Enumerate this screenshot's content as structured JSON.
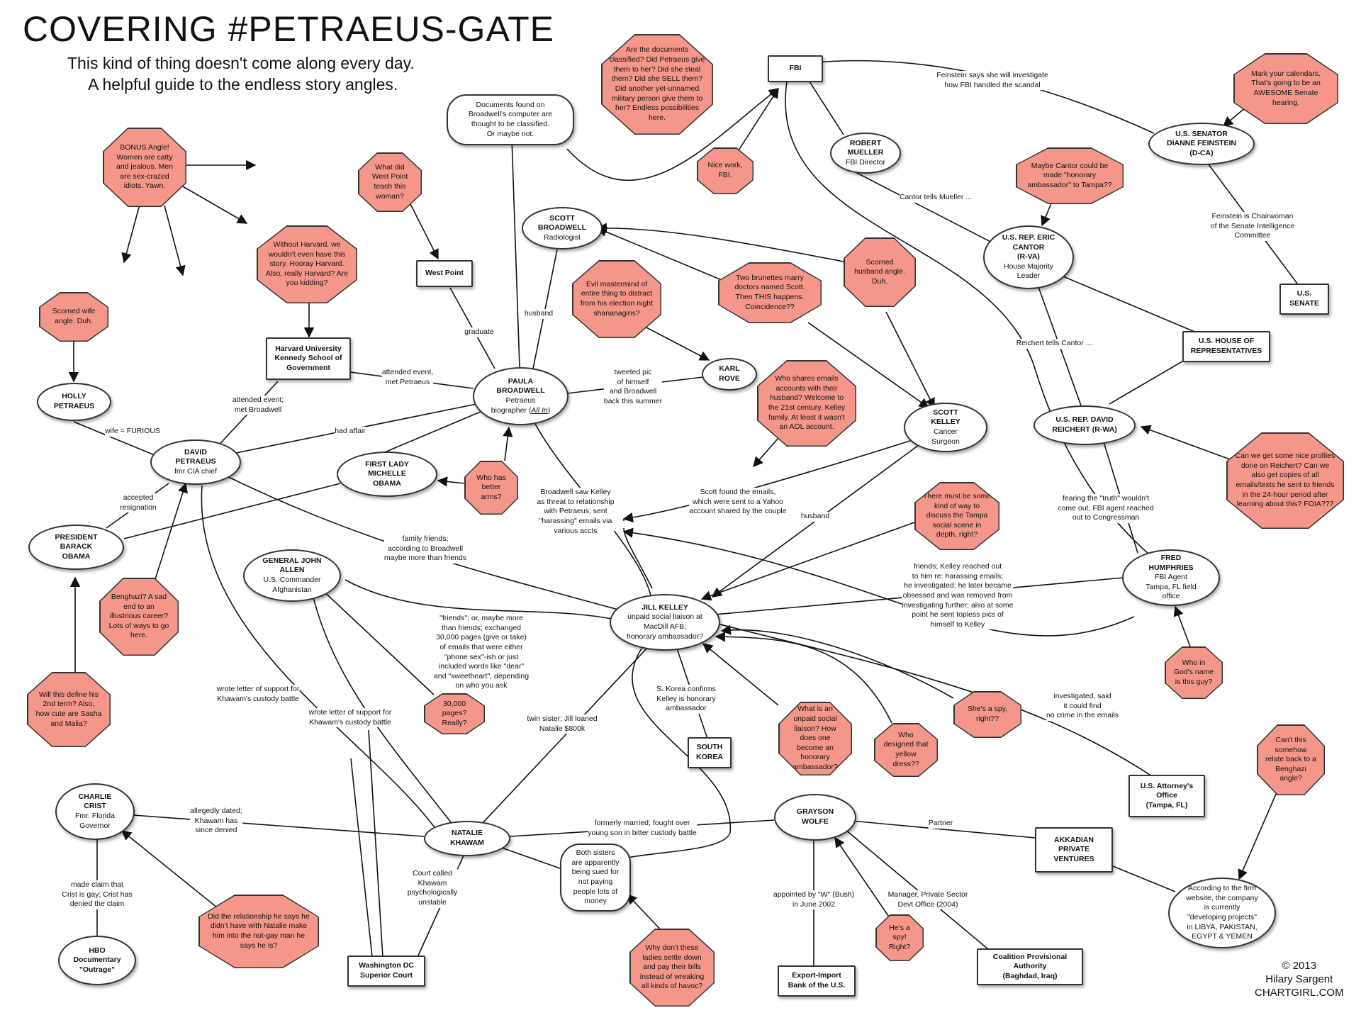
{
  "header": {
    "title": "COVERING #PETRAEUS-GATE",
    "subtitle_line1": "This kind of thing doesn't come along every day.",
    "subtitle_line2": "A helpful guide to the endless story angles."
  },
  "credit": {
    "line1": "© 2013",
    "line2": "Hilary Sargent",
    "line3": "CHARTGIRL.COM"
  },
  "colors": {
    "question_fill": "#f4978a",
    "stroke": "#333333"
  },
  "nodes": {
    "fbi": {
      "t": "FBI"
    },
    "mueller": {
      "t": "ROBERT\nMUELLER",
      "s": "FBI Director"
    },
    "feinstein": {
      "t": "U.S. SENATOR\nDIANNE FEINSTEIN\n(D-CA)"
    },
    "cantor": {
      "t": "U.S. REP. ERIC\nCANTOR\n(R-VA)",
      "s": "House Majority\nLeader"
    },
    "us_senate": {
      "t": "U.S.\nSENATE"
    },
    "us_house": {
      "t": "U.S. HOUSE OF\nREPRESENTATIVES"
    },
    "reichert": {
      "t": "U.S. REP. DAVID\nREICHERT (R-WA)"
    },
    "scott_broadwell": {
      "t": "SCOTT\nBROADWELL",
      "s": "Radiologist"
    },
    "documents": {
      "s": "Documents found on\nBroadwell's computer are\nthought to be classified.\nOr maybe not."
    },
    "west_point": {
      "t": "West Point"
    },
    "harvard": {
      "t": "Harvard University\nKennedy School of\nGovernment"
    },
    "paula": {
      "t": "PAULA\nBROADWELL",
      "s1": "Petraeus\nbiographer (",
      "s2": "All In",
      "s3": ")"
    },
    "karl_rove": {
      "t": "KARL\nROVE"
    },
    "scott_kelley": {
      "t": "SCOTT\nKELLEY",
      "s": "Cancer\nSurgeon"
    },
    "holly": {
      "t": "HOLLY\nPETRAEUS"
    },
    "david": {
      "t": "DAVID\nPETRAEUS",
      "s": "fmr CIA chief"
    },
    "michelle": {
      "t": "FIRST LADY\nMICHELLE\nOBAMA"
    },
    "obama": {
      "t": "PRESIDENT\nBARACK\nOBAMA"
    },
    "allen": {
      "t": "GENERAL JOHN\nALLEN",
      "s": "U.S. Commander\nAfghanistan"
    },
    "jill": {
      "t": "JILL KELLEY",
      "s": "unpaid social liaison at\nMacDill AFB;\nhonorary ambassador?"
    },
    "fred": {
      "t": "FRED\nHUMPHRIES",
      "s": "FBI Agent\nTampa, FL field\noffice"
    },
    "south_korea": {
      "t": "SOUTH\nKOREA"
    },
    "us_attorney": {
      "t": "U.S. Attorney's\nOffice\n(Tampa, FL)"
    },
    "crist": {
      "t": "CHARLIE\nCRIST",
      "s": "Fmr. Florida\nGovernor"
    },
    "natalie": {
      "t": "NATALIE\nKHAWAM"
    },
    "sisters": {
      "s": "Both sisters\nare apparently\nbeing sued for\nnot paying\npeople lots of\nmoney"
    },
    "grayson": {
      "t": "GRAYSON\nWOLFE"
    },
    "akkadian": {
      "t": "AKKADIAN\nPRIVATE\nVENTURES"
    },
    "firm_website": {
      "s": "According to the firm\nwebsite, the company\nis currently\n\"developing projects\"\nin LIBYA, PAKISTAN,\nEGYPT & YEMEN"
    },
    "hbo": {
      "t": "HBO\nDocumentary\n\"Outrage\""
    },
    "dc_court": {
      "t": "Washington DC\nSuperior Court"
    },
    "export_import": {
      "t": "Export-Import\nBank of the U.S."
    },
    "cpa": {
      "t": "Coalition Provisional\nAuthority\n(Baghdad, Iraq)"
    }
  },
  "questions": {
    "q_documents": "Are the documents classified? Did Petraeus give them to her? Did she steal them? Did she SELL them? Did another yet-unnamed military person give them to her? Endless possibilities here.",
    "q_nice_work": "Nice work, FBI.",
    "q_calendars": "Mark your calendars. That's going to be an AWESOME Senate hearing.",
    "q_bonus": "BONUS Angle! Women are catty and jealous. Men are sex-crazed idiots. Yawn.",
    "q_west_point": "What did West Point teach this woman?",
    "q_harvard": "Without Harvard, we wouldn't even have this story. Hooray Harvard. Also, really Harvard? Are you kidding?",
    "q_cantor": "Maybe Cantor could be made \"honorary ambassador\" to Tampa??",
    "q_evil": "Evil mastermind of entire thing to distract from his election night shananagins?",
    "q_brunettes": "Two brunettes marry doctors named Scott. Then THIS happens. Coincidence??",
    "q_scorned_husband": "Scorned husband angle. Duh.",
    "q_scorned_wife": "Scorned wife angle. Duh.",
    "q_shares_emails": "Who shares emails accounts with their husband? Welcome to the 21st century, Kelley family. At least it wasn't an AOL account.",
    "q_arms": "Who has better arms?",
    "q_reichert": "Can we get some nice profiles done on Reichert? Can we also get copies of all emails/texts he sent to friends in the 24-hour period after learning about this? FOIA???",
    "q_tampa": "There must be some kind of way to discuss the Tampa social scene in depth, right?",
    "q_benghazi": "Benghazi? A sad end to an illustrious career? Lots of ways to go here.",
    "q_2nd_term": "Will this define his 2nd term? Also, how cute are Sasha and Malia?",
    "q_30000": "30,000 pages? Really?",
    "q_unpaid": "What is an unpaid social liaison? How does one become an honorary ambassador?",
    "q_yellow_dress": "Who designed that yellow dress??",
    "q_spy1": "She's a spy, right??",
    "q_gods_name": "Who in God's name is this guy?",
    "q_benghazi2": "Can't this somehow relate back to a Benghazi angle?",
    "q_gay": "Did the relationship he says he didn't have with Natalie make him into the not-gay man he says he is?",
    "q_ladies": "Why don't these ladies settle down and pay their bills instead of wreaking all kinds of havoc?",
    "q_spy2": "He's a spy! Right?"
  },
  "edge_labels": {
    "feinstein_fbi": "Feinstein says she will investigate\nhow FBI handled the scandal",
    "cantor_mueller": "Cantor tells Mueller ...",
    "feinstein_senate": "Feinstein is Chairwoman\nof the Senate Intelligence\nCommittee",
    "reichert_cantor": "Reichert tells Cantor ...",
    "husband_broadwell": "husband",
    "graduate": "graduate",
    "attended_petraeus": "attended event,\nmet Petraeus",
    "attended_broadwell": "attended event;\nmet Broadwell",
    "tweeted": "tweeted pic\nof himself\nand Broadwell\nback this summer",
    "had_affair": "had affair",
    "wife_furious": "wife = FURIOUS",
    "accepted_resignation": "accepted\nresignation",
    "broadwell_saw_kelley": "Broadwell saw Kelley\nas threat to relationship\nwith Petraeus; sent\n\"harassing\" emails via\nvarious accts",
    "scott_found": "Scott found the emails,\nwhich were sent to a Yahoo\naccount shared by the couple",
    "husband_kelley": "husband",
    "fearing_truth": "fearing the \"truth\" wouldn't\ncome out, FBI agent reached\nout to Congressman",
    "family_friends": "family friends;\naccording to Broadwell\nmaybe more than friends",
    "friends_allen": "\"friends\"; or, maybe more\nthan friends; exchanged\n30,000 pages (give or take)\nof emails that were either\n\"phone sex\"-ish or just\nincluded words like \"dear\"\nand \"sweetheart\", depending\non who you ask",
    "friends_humphries": "friends; Kelley reached out\nto him re: harassing emails;\nhe investigated; he later became\nobsessed and was removed from\ninvestigating further; also at some\npoint he sent topless pics of\nhimself to Kelley",
    "skorea_confirms": "S. Korea confirms\nKelley is honorary\nambassador",
    "investigated": "investigated, said\nit could find\nno crime in the emails",
    "twin_sister": "twin sister; Jill loaned\nNatalie $800k",
    "letter_petraeus": "wrote letter of support for\nKhawam's custody battle",
    "letter_allen": "wrote letter of support for\nKhawam's custody battle",
    "allegedly_dated": "allegedly dated;\nKhawam has\nsince denied",
    "formerly_married": "formerly married; fought over\nyoung son in bitter custody battle",
    "court_called": "Court called\nKhawam\npsychologically\nunstable",
    "made_claim": "made claim that\nCrist is gay; Crist has\ndenied the claim",
    "partner": "Partner",
    "appointed": "appointed by \"W\" (Bush)\nin June 2002",
    "manager": "Manager, Private Sector\nDevt Office (2004)"
  }
}
